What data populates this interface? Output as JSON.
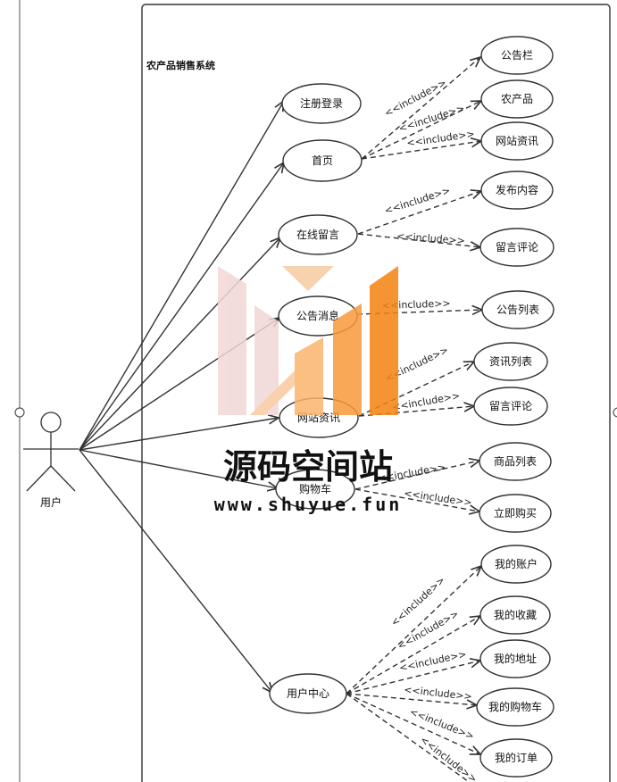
{
  "system_title": "农产品销售系统",
  "actor_label": "用户",
  "include_label": "<<include>>",
  "main_use_cases": [
    "注册登录",
    "首页",
    "在线留言",
    "公告消息",
    "网站资讯",
    "购物车",
    "用户中心"
  ],
  "sub_use_cases": [
    "公告栏",
    "农产品",
    "网站资讯",
    "发布内容",
    "留言评论",
    "公告列表",
    "资讯列表",
    "留言评论",
    "商品列表",
    "立即购买",
    "我的账户",
    "我的收藏",
    "我的地址",
    "我的购物车",
    "我的订单"
  ],
  "watermark": {
    "title": "源码空间站",
    "url": "www.shuyue.fun",
    "colors": [
      "#f2d7d7",
      "#f7c9a0",
      "#fbb46c",
      "#f89a3a",
      "#f3820f"
    ]
  }
}
